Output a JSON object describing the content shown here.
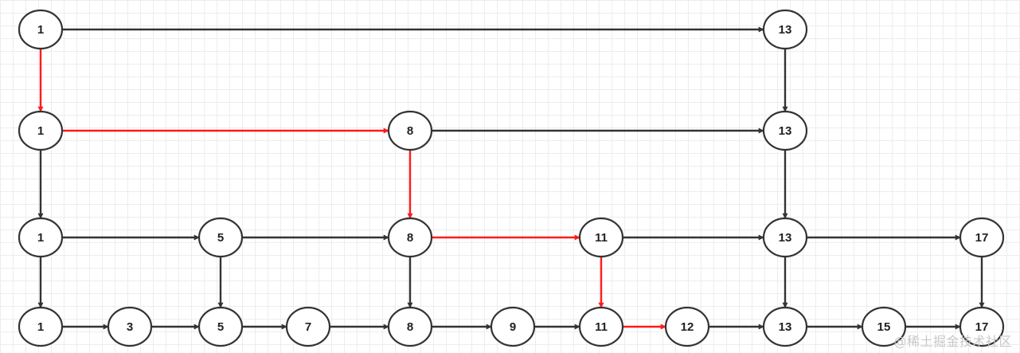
{
  "diagram": {
    "colors": {
      "normal": "#333333",
      "highlight": "#ff1a1a",
      "node_stroke": "#333333"
    },
    "nodes": [
      {
        "id": "n0_1",
        "label": "1",
        "level": 0
      },
      {
        "id": "n0_13",
        "label": "13",
        "level": 0
      },
      {
        "id": "n1_1",
        "label": "1",
        "level": 1
      },
      {
        "id": "n1_8",
        "label": "8",
        "level": 1
      },
      {
        "id": "n1_13",
        "label": "13",
        "level": 1
      },
      {
        "id": "n2_1",
        "label": "1",
        "level": 2
      },
      {
        "id": "n2_5",
        "label": "5",
        "level": 2
      },
      {
        "id": "n2_8",
        "label": "8",
        "level": 2
      },
      {
        "id": "n2_11",
        "label": "11",
        "level": 2
      },
      {
        "id": "n2_13",
        "label": "13",
        "level": 2
      },
      {
        "id": "n2_17",
        "label": "17",
        "level": 2
      },
      {
        "id": "n3_1",
        "label": "1",
        "level": 3
      },
      {
        "id": "n3_3",
        "label": "3",
        "level": 3
      },
      {
        "id": "n3_5",
        "label": "5",
        "level": 3
      },
      {
        "id": "n3_7",
        "label": "7",
        "level": 3
      },
      {
        "id": "n3_8",
        "label": "8",
        "level": 3
      },
      {
        "id": "n3_9",
        "label": "9",
        "level": 3
      },
      {
        "id": "n3_11",
        "label": "11",
        "level": 3
      },
      {
        "id": "n3_12",
        "label": "12",
        "level": 3
      },
      {
        "id": "n3_13",
        "label": "13",
        "level": 3
      },
      {
        "id": "n3_15",
        "label": "15",
        "level": 3
      },
      {
        "id": "n3_17",
        "label": "17",
        "level": 3
      }
    ],
    "edges": [
      {
        "from": "n0_1",
        "to": "n0_13",
        "highlight": false
      },
      {
        "from": "n0_1",
        "to": "n1_1",
        "highlight": true
      },
      {
        "from": "n0_13",
        "to": "n1_13",
        "highlight": false
      },
      {
        "from": "n1_1",
        "to": "n1_8",
        "highlight": true
      },
      {
        "from": "n1_8",
        "to": "n1_13",
        "highlight": false
      },
      {
        "from": "n1_1",
        "to": "n2_1",
        "highlight": false
      },
      {
        "from": "n1_8",
        "to": "n2_8",
        "highlight": true
      },
      {
        "from": "n1_13",
        "to": "n2_13",
        "highlight": false
      },
      {
        "from": "n2_1",
        "to": "n2_5",
        "highlight": false
      },
      {
        "from": "n2_5",
        "to": "n2_8",
        "highlight": false
      },
      {
        "from": "n2_8",
        "to": "n2_11",
        "highlight": true
      },
      {
        "from": "n2_11",
        "to": "n2_13",
        "highlight": false
      },
      {
        "from": "n2_13",
        "to": "n2_17",
        "highlight": false
      },
      {
        "from": "n2_1",
        "to": "n3_1",
        "highlight": false
      },
      {
        "from": "n2_5",
        "to": "n3_5",
        "highlight": false
      },
      {
        "from": "n2_8",
        "to": "n3_8",
        "highlight": false
      },
      {
        "from": "n2_11",
        "to": "n3_11",
        "highlight": true
      },
      {
        "from": "n2_13",
        "to": "n3_13",
        "highlight": false
      },
      {
        "from": "n2_17",
        "to": "n3_17",
        "highlight": false
      },
      {
        "from": "n3_1",
        "to": "n3_3",
        "highlight": false
      },
      {
        "from": "n3_3",
        "to": "n3_5",
        "highlight": false
      },
      {
        "from": "n3_5",
        "to": "n3_7",
        "highlight": false
      },
      {
        "from": "n3_7",
        "to": "n3_8",
        "highlight": false
      },
      {
        "from": "n3_8",
        "to": "n3_9",
        "highlight": false
      },
      {
        "from": "n3_9",
        "to": "n3_11",
        "highlight": false
      },
      {
        "from": "n3_11",
        "to": "n3_12",
        "highlight": true
      },
      {
        "from": "n3_12",
        "to": "n3_13",
        "highlight": false
      },
      {
        "from": "n3_13",
        "to": "n3_15",
        "highlight": false
      },
      {
        "from": "n3_15",
        "to": "n3_17",
        "highlight": false
      }
    ]
  },
  "watermark": "@稀土掘金技术社区"
}
